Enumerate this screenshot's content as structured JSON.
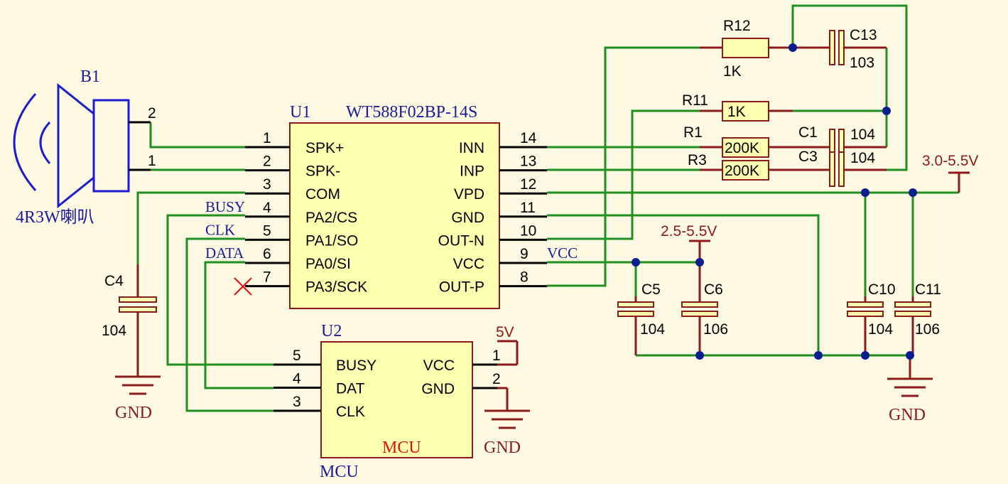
{
  "speaker": {
    "designator": "B1",
    "label": "4R3W喇叭",
    "pin_top": "2",
    "pin_bottom": "1"
  },
  "u1": {
    "designator": "U1",
    "part": "WT588F02BP-14S",
    "left_pins": [
      {
        "num": "1",
        "name": "SPK+",
        "net": ""
      },
      {
        "num": "2",
        "name": "SPK-",
        "net": ""
      },
      {
        "num": "3",
        "name": "COM",
        "net": ""
      },
      {
        "num": "4",
        "name": "PA2/CS",
        "net": "BUSY"
      },
      {
        "num": "5",
        "name": "PA1/SO",
        "net": "CLK"
      },
      {
        "num": "6",
        "name": "PA0/SI",
        "net": "DATA"
      },
      {
        "num": "7",
        "name": "PA3/SCK",
        "net": ""
      }
    ],
    "right_pins": [
      {
        "num": "14",
        "name": "INN",
        "net": ""
      },
      {
        "num": "13",
        "name": "INP",
        "net": ""
      },
      {
        "num": "12",
        "name": "VPD",
        "net": ""
      },
      {
        "num": "11",
        "name": "GND",
        "net": ""
      },
      {
        "num": "10",
        "name": "OUT-N",
        "net": ""
      },
      {
        "num": "9",
        "name": "VCC",
        "net": "VCC"
      },
      {
        "num": "8",
        "name": "OUT-P",
        "net": ""
      }
    ]
  },
  "u2": {
    "designator": "U2",
    "comment": "MCU",
    "footer": "MCU",
    "left_pins": [
      {
        "num": "5",
        "name": "BUSY"
      },
      {
        "num": "4",
        "name": "DAT"
      },
      {
        "num": "3",
        "name": "CLK"
      }
    ],
    "right_pins": [
      {
        "num": "1",
        "name": "VCC"
      },
      {
        "num": "2",
        "name": "GND"
      }
    ]
  },
  "components": {
    "r12": {
      "ref": "R12",
      "value": "1K"
    },
    "r11": {
      "ref": "R11",
      "value": "1K"
    },
    "r1": {
      "ref": "R1",
      "value": "200K"
    },
    "r3": {
      "ref": "R3",
      "value": "200K"
    },
    "c13": {
      "ref": "C13",
      "value": "103"
    },
    "c1": {
      "ref": "C1",
      "value": "104"
    },
    "c3": {
      "ref": "C3",
      "value": "104"
    },
    "c4": {
      "ref": "C4",
      "value": "104"
    },
    "c5": {
      "ref": "C5",
      "value": "104"
    },
    "c6": {
      "ref": "C6",
      "value": "106"
    },
    "c10": {
      "ref": "C10",
      "value": "104"
    },
    "c11": {
      "ref": "C11",
      "value": "106"
    }
  },
  "power": {
    "vpd": "3.0-5.5V",
    "vcc": "2.5-5.5V",
    "mcu_vcc": "5V",
    "gnd": "GND"
  },
  "colors": {
    "background": "#fdf9e2",
    "wire": "#1f8f1f",
    "component": "#8b1a1a",
    "chip_fill": "#ffffb0",
    "label_blue": "#1a1a9a",
    "junction": "#0a1f8f",
    "accent_red": "#e01010"
  }
}
